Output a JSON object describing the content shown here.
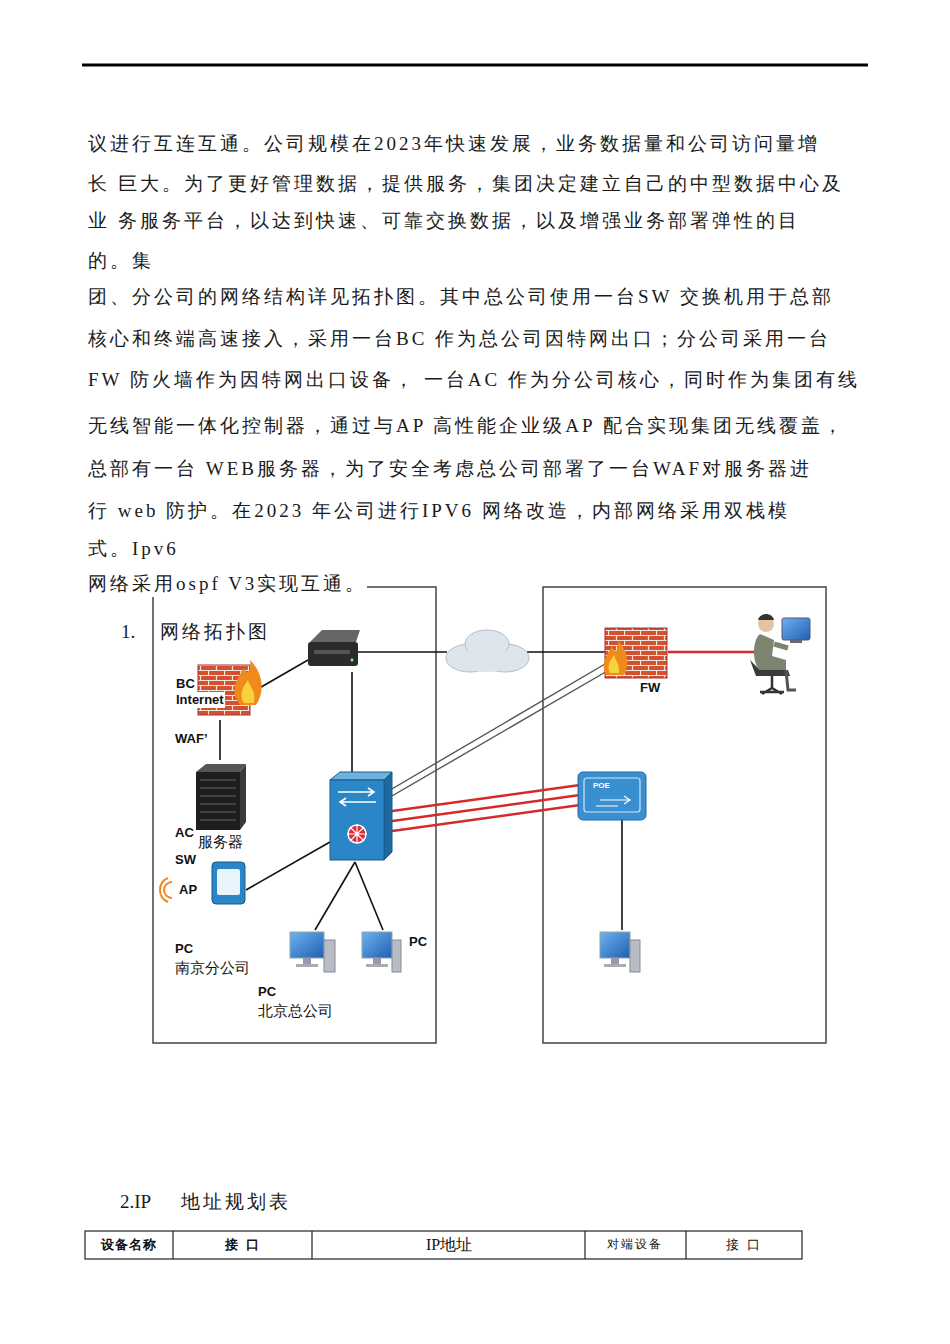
{
  "diagram": {
    "nodes": [
      {
        "text": [
          "BC",
          "Internet"
        ]
      },
      {
        "text": [
          "FW"
        ]
      },
      {
        "text": [
          "服务器"
        ]
      },
      {
        "text": [
          "AP"
        ]
      },
      {
        "text": [
          "PC"
        ]
      }
    ],
    "edges": [
      {
        "from": 0,
        "to": 2,
        "arrow": "none"
      }
    ],
    "labels": [
      "议进行互连互通。公司规模在2023年快速发展，业务数据量和公司访问量增",
      "长 巨大。为了更好管理数据，提供服务，集团决定建立自己的中型数据中心及",
      "业  务服务平台，以达到快速、可靠交换数据，以及增强业务部署弹性的目",
      "的。集",
      "团、分公司的网络结构详见拓扑图。其中总公司使用一台SW 交换机用于总部",
      "核心和终端高速接入，采用一台BC 作为总公司因特网出口；分公司采用一台",
      "FW 防火墙作为因特网出口设备，  一台AC 作为分公司核心，同时作为集团有线",
      "无线智能一体化控制器，通过与AP 高性能企业级AP 配合实现集团无线覆盖，",
      "总部有一台 WEB服务器，为了安全考虑总公司部署了一台WAF对服务器进",
      "行 web 防护。在2023 年公司进行IPV6 网络改造，内部网络采用双栈模",
      "式。Ipv6",
      "网络采用ospf V3实现互通。",
      "1.",
      "网络拓扑图",
      "WAF’",
      "POE",
      "AC",
      "SW",
      "PC",
      "南京分公司",
      "PC",
      "北京总公司",
      "2.IP",
      "地址规划表",
      "设备名称",
      "接 口",
      "IP地址",
      "对端设备",
      "接 口"
    ]
  }
}
